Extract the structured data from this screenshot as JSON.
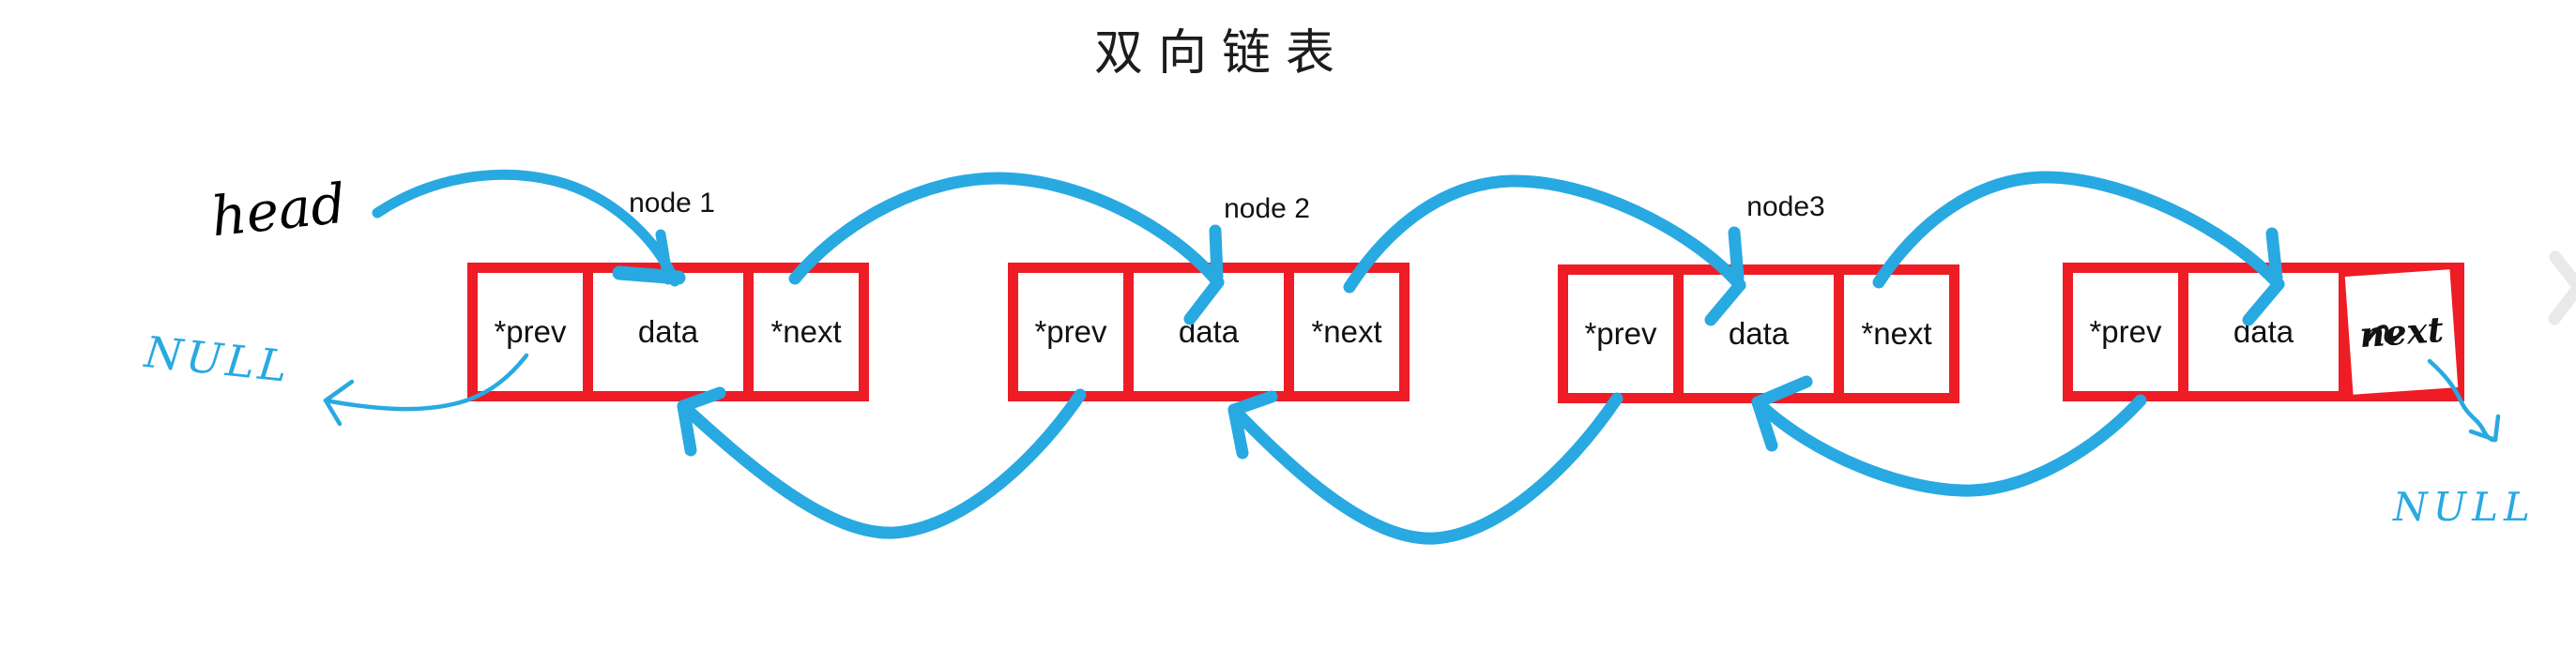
{
  "title": "双向链表",
  "annotations": {
    "head": "head",
    "null_left": "NULL",
    "null_right": "NULL"
  },
  "nodes": [
    {
      "label": "node 1",
      "prev": "*prev",
      "data": "data",
      "next": "*next"
    },
    {
      "label": "node 2",
      "prev": "*prev",
      "data": "data",
      "next": "*next"
    },
    {
      "label": "node3",
      "prev": "*prev",
      "data": "data",
      "next": "*next"
    },
    {
      "label": "",
      "prev": "*prev",
      "data": "data",
      "next": "next"
    }
  ],
  "arrows": [
    {
      "from": "head",
      "to": "node1.data",
      "direction": "forward"
    },
    {
      "from": "node1.next",
      "to": "node2.data",
      "direction": "forward"
    },
    {
      "from": "node2.next",
      "to": "node3.data",
      "direction": "forward"
    },
    {
      "from": "node3.next",
      "to": "node4.data",
      "direction": "forward"
    },
    {
      "from": "node4.next",
      "to": "NULL",
      "direction": "forward"
    },
    {
      "from": "node1.prev",
      "to": "NULL",
      "direction": "backward"
    },
    {
      "from": "node2.prev",
      "to": "node1.data",
      "direction": "backward"
    },
    {
      "from": "node3.prev",
      "to": "node2.data",
      "direction": "backward"
    },
    {
      "from": "node4.prev",
      "to": "node3.data",
      "direction": "backward"
    }
  ],
  "colors": {
    "box_red": "#ee1c25",
    "marker_blue": "#29a9e1",
    "ink_black": "#141414",
    "chevron_gray": "#e9e9e9"
  },
  "icons": {
    "chevron_right": "next-page-chevron"
  }
}
